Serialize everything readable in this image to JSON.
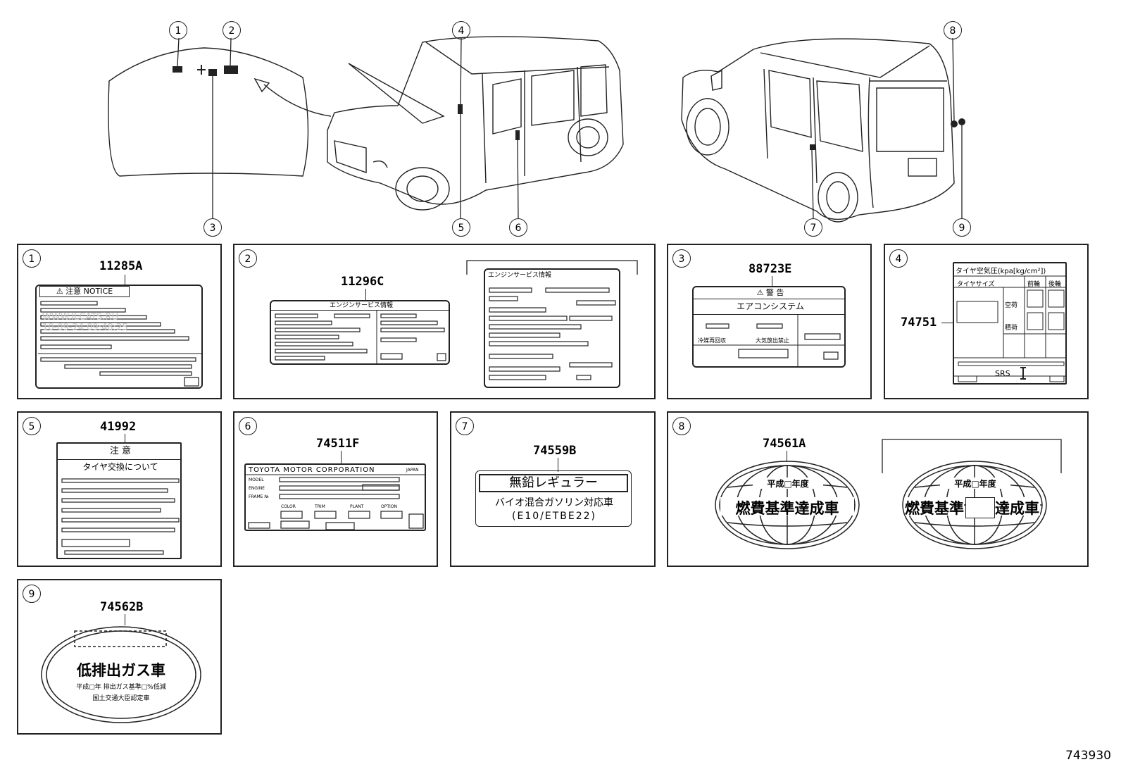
{
  "callouts": [
    "1",
    "2",
    "3",
    "4",
    "5",
    "6",
    "7",
    "8",
    "9"
  ],
  "panels": [
    {
      "num": "1",
      "part": "11285A",
      "title": "⚠ 注意 NOTICE"
    },
    {
      "num": "2",
      "part": "11296C",
      "title": "エンジンサービス情報",
      "title2": "エンジンサービス情報"
    },
    {
      "num": "3",
      "part": "88723E",
      "warn": "⚠ 警 告",
      "sub": "エアコンシステム",
      "left": "冷媒再回収",
      "right": "大気放出禁止"
    },
    {
      "num": "4",
      "part": "74751",
      "header": "タイヤ空気圧(kpa[kg/cm²])",
      "col1": "タイヤサイズ",
      "col2": "前輪",
      "col3": "後輪",
      "row1": "空荷",
      "row2": "積荷",
      "srs": "SRS"
    },
    {
      "num": "5",
      "part": "41992",
      "title": "注 意",
      "sub": "タイヤ交換について"
    },
    {
      "num": "6",
      "part": "74511F",
      "company": "TOYOTA MOTOR CORPORATION",
      "country": "JAPAN",
      "model": "MODEL",
      "engine": "ENGINE",
      "frame": "FRAME №",
      "color": "COLOR",
      "trim": "TRIM",
      "plant": "PLANT",
      "option": "OPTION"
    },
    {
      "num": "7",
      "part": "74559B",
      "line1": "無鉛レギュラー",
      "line2": "バイオ混合ガソリン対応車",
      "line3": "(E10/ETBE22)"
    },
    {
      "num": "8",
      "part": "74561A",
      "small": "平成□年度",
      "big": "燃費基準達成車",
      "big_a": "燃費基準",
      "big_b": "達成車"
    },
    {
      "num": "9",
      "part": "74562B",
      "big": "低排出ガス車",
      "small": "平成□年 排出ガス基準□%低減",
      "small2": "国土交通大臣認定車"
    }
  ],
  "watermark": {
    "line1": "WWW.ILCATS.RU",
    "line2": "10-09-24 09:48:25"
  },
  "figure_number": "743930"
}
